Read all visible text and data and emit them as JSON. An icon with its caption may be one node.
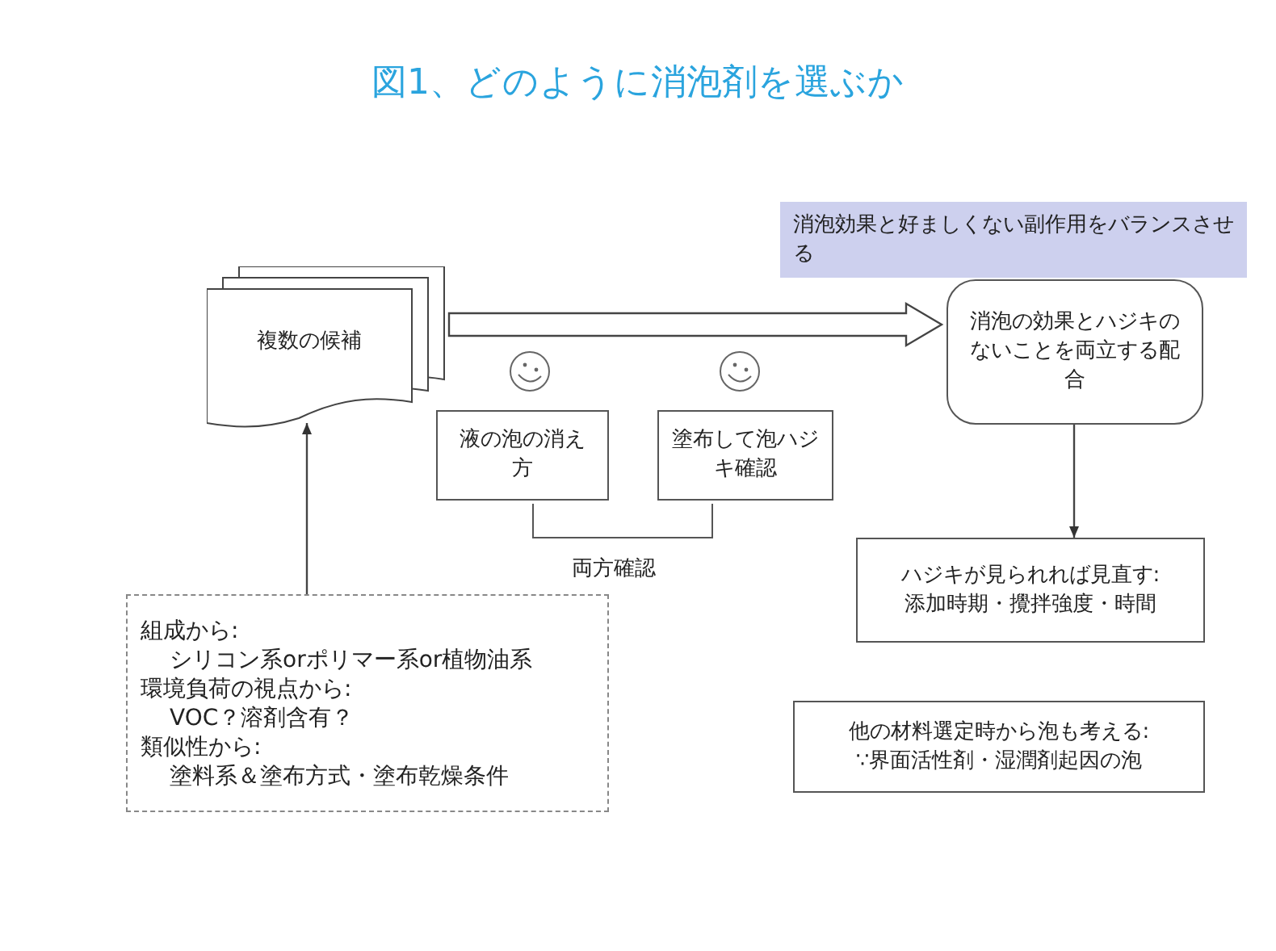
{
  "diagram": {
    "title": "図1、どのように消泡剤を選ぶか",
    "nodes": [
      {
        "text": [
          "複数の候補"
        ]
      },
      {
        "text": [
          "消泡効果と好ましくない副作用をバランスさせる"
        ]
      },
      {
        "text": [
          "消泡の効果とハジキのないことを両立する配合"
        ]
      },
      {
        "text": [
          "液の泡の消え方"
        ]
      },
      {
        "text": [
          "塗布して泡ハジキ確認"
        ]
      },
      {
        "text": [
          "ハジキが見られれば見直す:",
          "添加時期・攪拌強度・時間"
        ]
      },
      {
        "text": [
          "組成から:",
          "シリコン系orポリマー系or植物油系",
          "環境負荷の視点から:",
          "VOC？溶剤含有？",
          "類似性から:",
          "塗料系＆塗布方式・塗布乾燥条件"
        ]
      },
      {
        "text": [
          "他の材料選定時から泡も考える:",
          "∵界面活性剤・湿潤剤起因の泡"
        ]
      }
    ],
    "edges": [
      {
        "from": 6,
        "to": 0,
        "arrow": "to"
      },
      {
        "from": 0,
        "to": 2,
        "arrow": "to",
        "style": "thick"
      },
      {
        "from": 2,
        "to": 5,
        "arrow": "to"
      }
    ],
    "labels": [
      "両方確認"
    ]
  }
}
